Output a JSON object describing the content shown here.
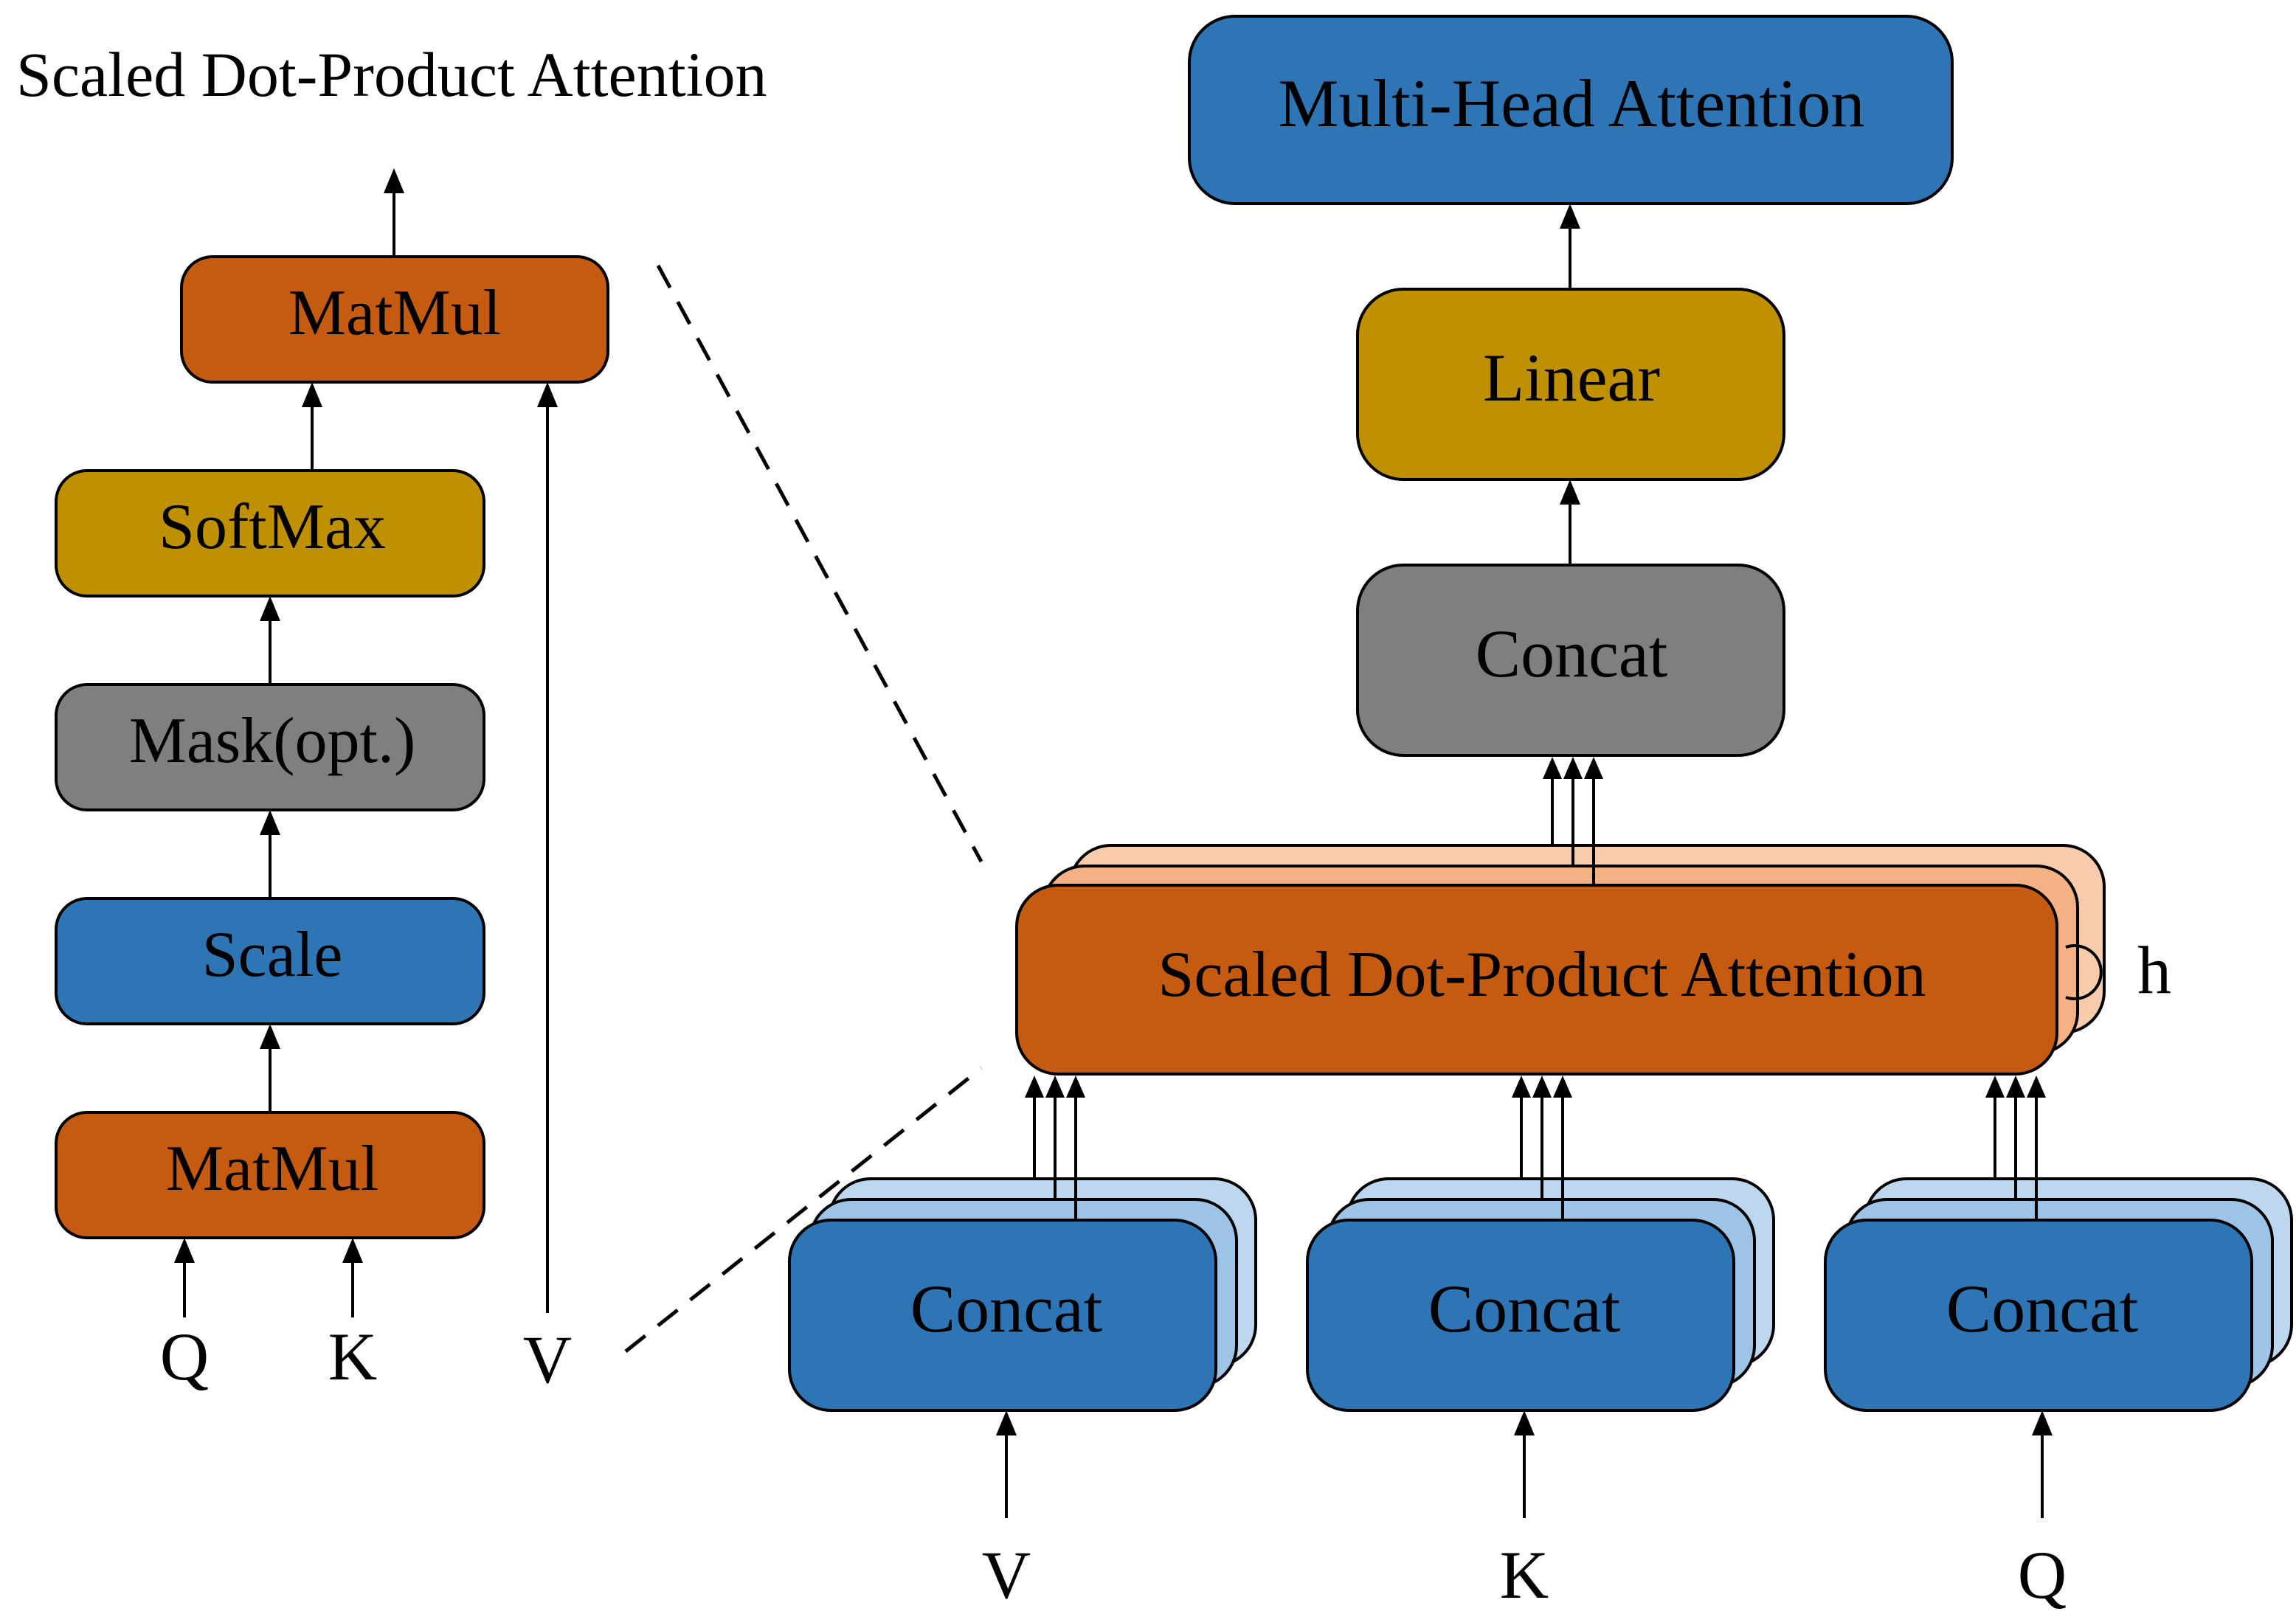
{
  "colors": {
    "orange": "#C55A11",
    "gold": "#BF9000",
    "gray": "#7F7F7F",
    "blue": "#2E75B6",
    "light_blue": "#BDD7EE",
    "light_blue_2": "#9DC3E6",
    "peach": "#F8CBAD",
    "peach_2": "#F4B183"
  },
  "left_panel": {
    "title": "Scaled Dot-Product Attention",
    "matmul_top": "MatMul",
    "softmax": "SoftMax",
    "mask": "Mask(opt.)",
    "scale": "Scale",
    "matmul_bottom": "MatMul",
    "input_q": "Q",
    "input_k": "K",
    "input_v": "V"
  },
  "right_panel": {
    "multi_head": "Multi-Head Attention",
    "linear": "Linear",
    "concat_top": "Concat",
    "sdpa": "Scaled Dot-Product Attention",
    "heads_label": "h",
    "concat_v": "Concat",
    "concat_k": "Concat",
    "concat_q": "Concat",
    "input_v": "V",
    "input_k": "K",
    "input_q": "Q"
  }
}
